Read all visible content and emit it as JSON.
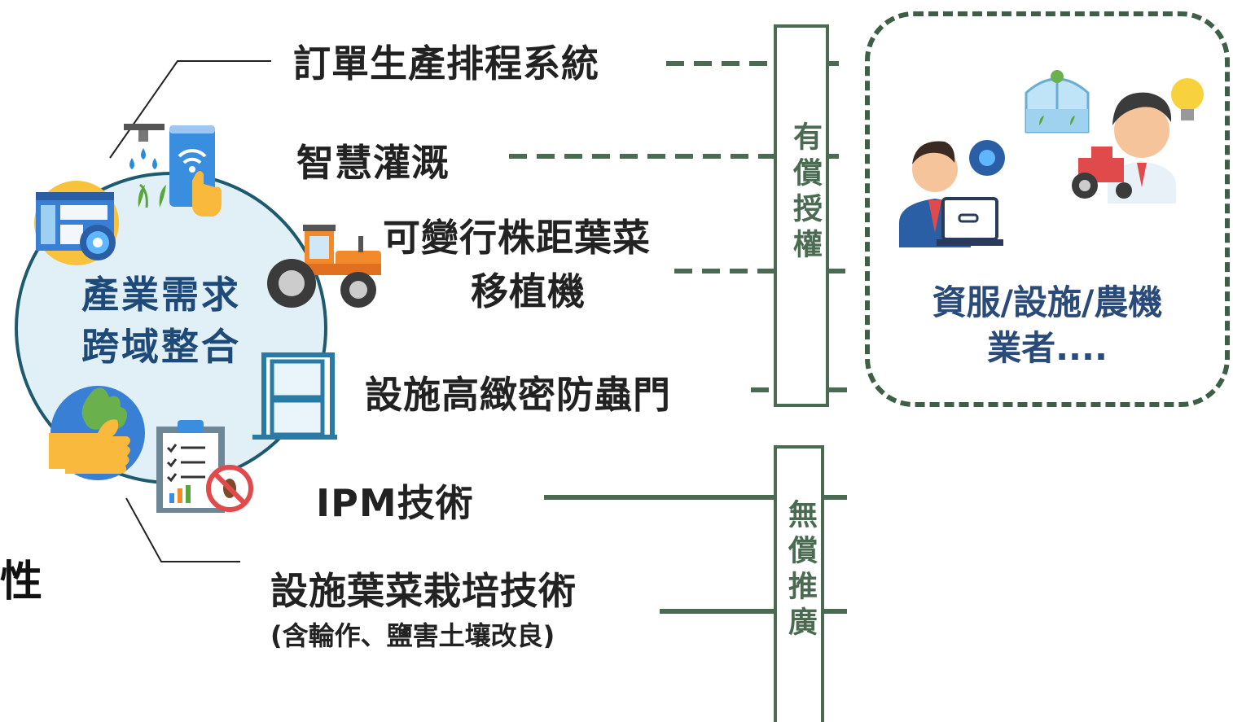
{
  "edge_text": "性",
  "circle": {
    "line1": "產業需求",
    "line2": "跨域整合"
  },
  "techs": {
    "t1": "訂單生產排程系統",
    "t2": "智慧灌溉",
    "t3_line1": "可變行株距葉菜",
    "t3_line2": "移植機",
    "t4": "設施高緻密防蟲門",
    "t5": "IPM技術",
    "t6_line1": "設施葉菜栽培技術",
    "t6_line2": "(含輪作、鹽害土壤改良)"
  },
  "paid_box": {
    "label": "有償授權"
  },
  "free_box": {
    "label": "無償推廣"
  },
  "panel": {
    "line1": "資服/設施/農機",
    "line2": "業者...."
  },
  "colors": {
    "line_green": "#4a6b52",
    "dark_green": "#3e5e47",
    "circle_fill": "#e1f0f7",
    "circle_stroke": "#1e5a6e",
    "navy": "#2a4a7a"
  },
  "icons": [
    "sprinkler-icon",
    "smartphone-wifi-icon",
    "dashboard-gear-icon",
    "tractor-icon",
    "door-icon",
    "thumbs-up-lettuce-icon",
    "clipboard-pest-icon",
    "greenhouse-icon",
    "businessman-laptop-icon",
    "farmer-idea-icon"
  ]
}
